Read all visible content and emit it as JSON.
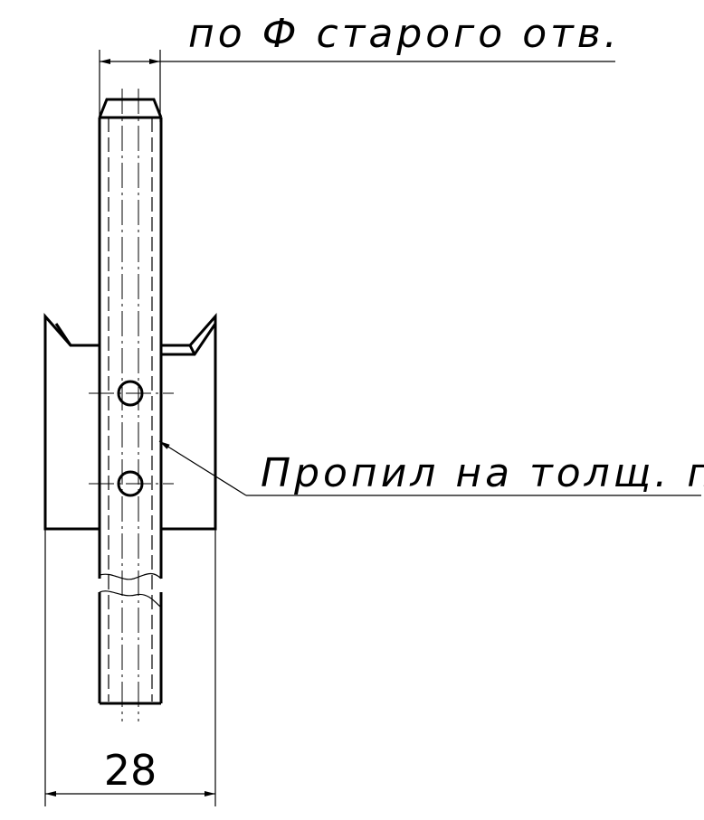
{
  "drawing": {
    "top_note": "по Ф старого отв.",
    "callout": "Пропил на толщ. пера",
    "bottom_dimension": "28"
  }
}
